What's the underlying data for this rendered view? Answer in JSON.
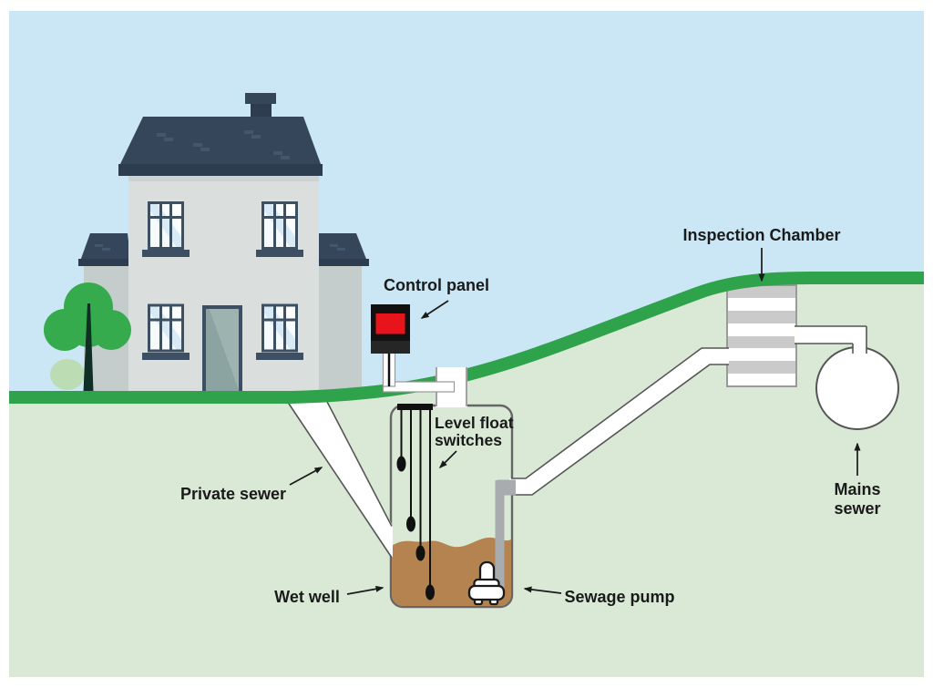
{
  "labels": {
    "control_panel": "Control panel",
    "inspection_chamber": "Inspection Chamber",
    "level_float_switches": {
      "line1": "Level float",
      "line2": "switches"
    },
    "private_sewer": "Private sewer",
    "wet_well": "Wet well",
    "sewage_pump": "Sewage pump",
    "mains_sewer": {
      "line1": "Mains",
      "line2": "sewer"
    }
  },
  "colors": {
    "sky": "#cbe7f5",
    "ground": "#d9e9d5",
    "grass": "#2fa34b",
    "tree_canopy": "#35ab4e",
    "tree_trunk": "#0f2e26",
    "bush": "#bcdcb4",
    "roof": "#36465a",
    "roof_dark": "#2d3c4e",
    "wall_main": "#dadedd",
    "wall_wing": "#c5cdcc",
    "window_frame": "#3d4f63",
    "door": "#8ba4a1",
    "panel_body": "#111111",
    "panel_screen": "#e8141c",
    "sewage": "#b48350",
    "pump_pipe_gray": "#a9acae",
    "chamber_stripe": "#cacaca",
    "label_text": "#1a1a1a"
  }
}
